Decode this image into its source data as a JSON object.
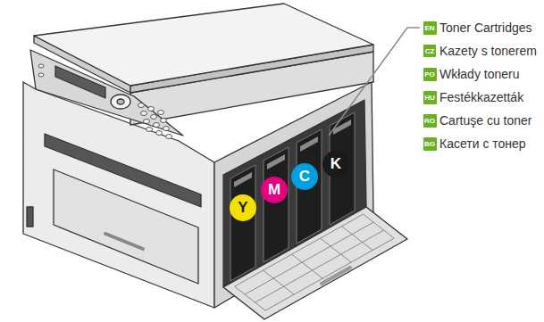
{
  "diagram": {
    "nodes": [
      {
        "text": [
          "Y"
        ]
      },
      {
        "text": [
          "M"
        ]
      },
      {
        "text": [
          "C"
        ]
      },
      {
        "text": [
          "K"
        ]
      },
      {
        "text": [
          "EN"
        ]
      },
      {
        "text": [
          "CZ"
        ]
      },
      {
        "text": [
          "PO"
        ]
      },
      {
        "text": [
          "HU"
        ]
      },
      {
        "text": [
          "RO"
        ]
      },
      {
        "text": [
          "BG"
        ]
      }
    ],
    "labels": [
      "Toner Cartridges",
      "Kazety s tonerem",
      "Wkłady toneru",
      "Festékkazetták",
      "Cartuşe cu toner",
      "Касети с тонер"
    ]
  }
}
